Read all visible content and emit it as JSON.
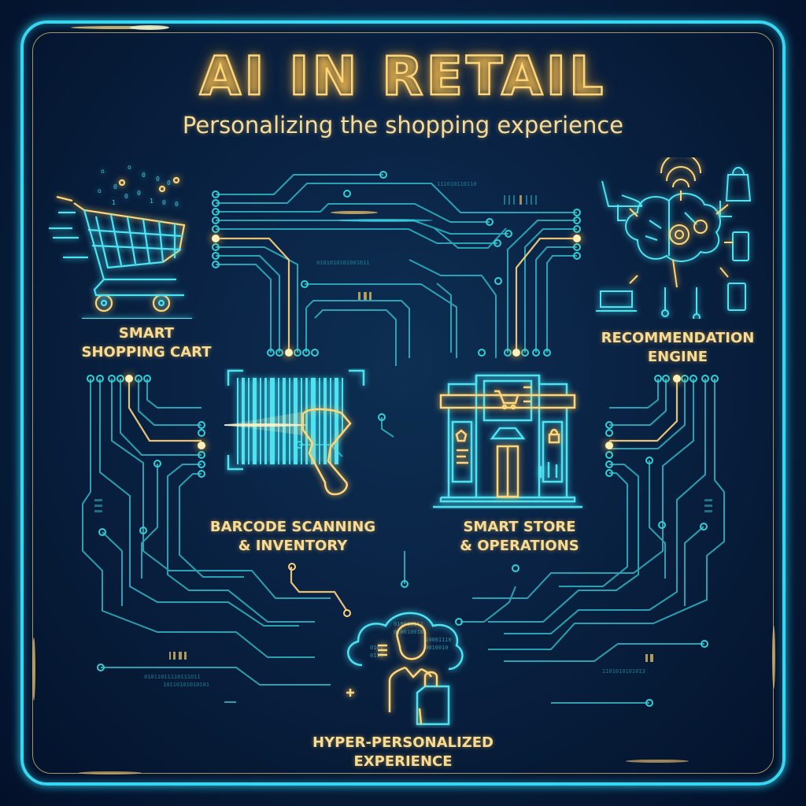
{
  "header": {
    "title": "AI IN RETAIL",
    "subtitle": "Personalizing the shopping experience"
  },
  "sections": [
    {
      "id": "smart-cart",
      "icon": "shopping-cart-icon",
      "line1": "SMART",
      "line2": "SHOPPING CART"
    },
    {
      "id": "recommendation",
      "icon": "brain-gears-icon",
      "line1": "RECOMMENDATION",
      "line2": "ENGINE"
    },
    {
      "id": "barcode",
      "icon": "barcode-scanner-icon",
      "line1": "BARCODE SCANNING",
      "line2": "& INVENTORY"
    },
    {
      "id": "smart-store",
      "icon": "storefront-icon",
      "line1": "SMART STORE",
      "line2": "& OPERATIONS"
    },
    {
      "id": "personalized",
      "icon": "person-cloud-bag-icon",
      "line1": "HYPER-PERSONALIZED",
      "line2": "EXPERIENCE"
    }
  ],
  "colors": {
    "background": "#06193a",
    "cyan": "#38d6f0",
    "gold": "#ffd77a",
    "text_gold": "#f8dc94"
  }
}
